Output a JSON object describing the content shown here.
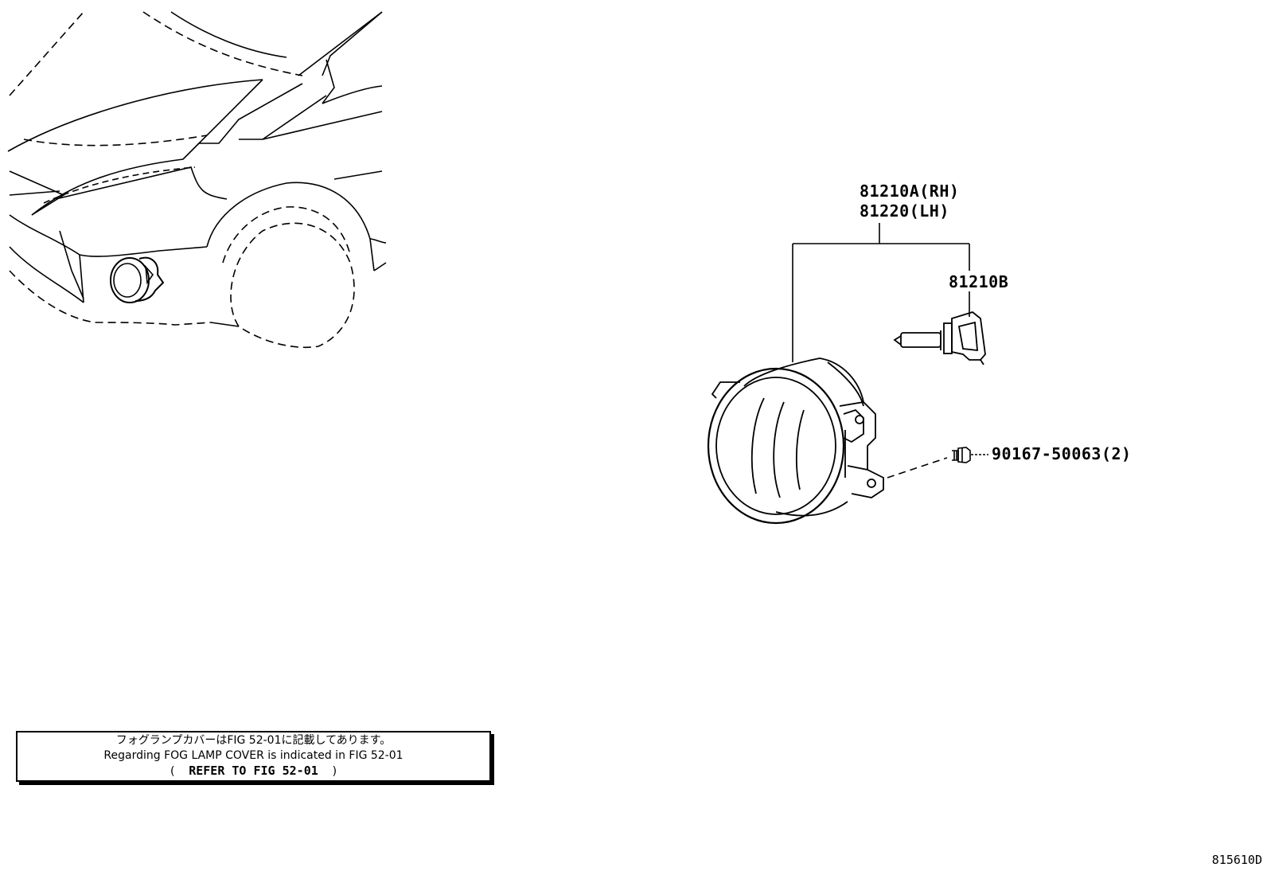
{
  "parts": {
    "lamp_rh": "81210A(RH)",
    "lamp_lh": "81220(LH)",
    "bulb": "81210B",
    "screw": "90167-50063(2)"
  },
  "note": {
    "line_jp": "フォグランプカバーはFIG 52-01に記載してあります。",
    "line_en": "Regarding FOG LAMP COVER is indicated in FIG 52-01",
    "line_ref_open": "(",
    "line_ref": "REFER TO FIG 52-01",
    "line_ref_close": ")"
  },
  "diagram_code": "815610D"
}
